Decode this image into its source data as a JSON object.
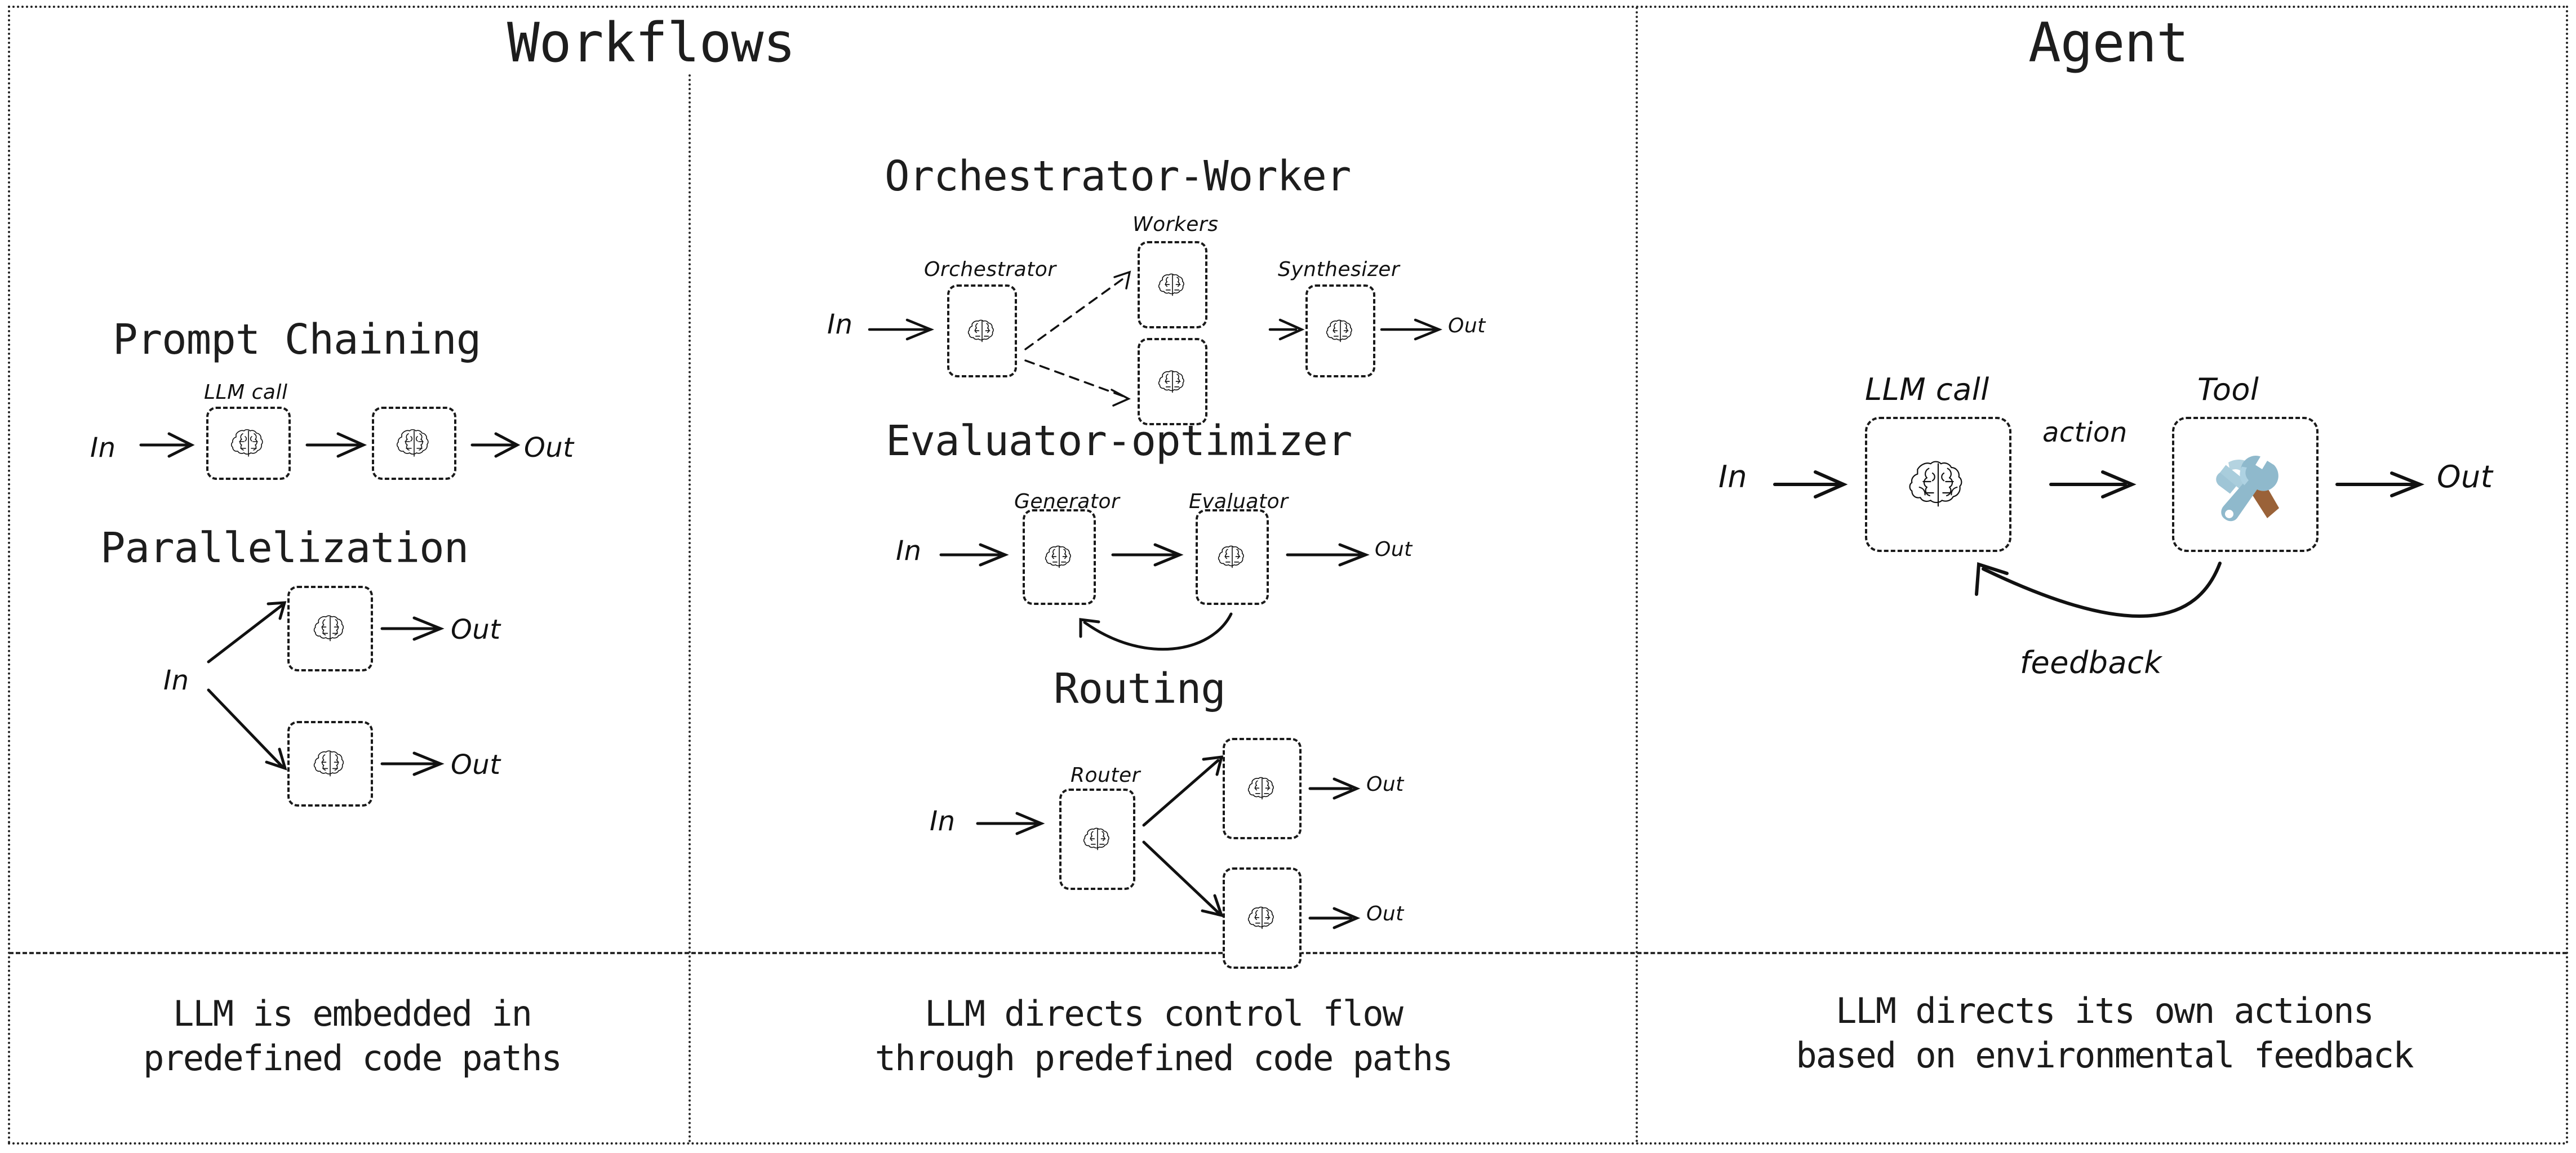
{
  "columns": [
    {
      "id": "workflows",
      "title": "Workflows",
      "caption": "LLM is embedded in\npredefined code paths"
    },
    {
      "id": "workflows-2",
      "title": "",
      "caption": "LLM directs control flow\nthrough predefined code paths"
    },
    {
      "id": "agent",
      "title": "Agent",
      "caption": "LLM directs its own actions\nbased on environmental feedback"
    }
  ],
  "sections": {
    "prompt_chaining": {
      "title": "Prompt Chaining",
      "node_label": "LLM call",
      "input_label": "In",
      "output_label": "Out",
      "nodes": [
        {
          "name": "llm-call-1",
          "icon": "brain-icon"
        },
        {
          "name": "llm-call-2",
          "icon": "brain-icon"
        }
      ]
    },
    "parallelization": {
      "title": "Parallelization",
      "input_label": "In",
      "outputs": [
        "Out",
        "Out"
      ],
      "nodes": [
        {
          "name": "llm-call-top",
          "icon": "brain-icon"
        },
        {
          "name": "llm-call-bottom",
          "icon": "brain-icon"
        }
      ]
    },
    "orchestrator_worker": {
      "title": "Orchestrator-Worker",
      "input_label": "In",
      "output_label": "Out",
      "orchestrator_label": "Orchestrator",
      "workers_label": "Workers",
      "synthesizer_label": "Synthesizer",
      "nodes": [
        {
          "name": "orchestrator",
          "icon": "brain-icon"
        },
        {
          "name": "worker-top",
          "icon": "brain-icon"
        },
        {
          "name": "worker-bottom",
          "icon": "brain-icon"
        },
        {
          "name": "synthesizer",
          "icon": "brain-icon"
        }
      ]
    },
    "evaluator_optimizer": {
      "title": "Evaluator-optimizer",
      "input_label": "In",
      "output_label": "Out",
      "generator_label": "Generator",
      "evaluator_label": "Evaluator",
      "nodes": [
        {
          "name": "generator",
          "icon": "brain-icon"
        },
        {
          "name": "evaluator",
          "icon": "brain-icon"
        }
      ]
    },
    "routing": {
      "title": "Routing",
      "input_label": "In",
      "router_label": "Router",
      "outputs": [
        "Out",
        "Out"
      ],
      "nodes": [
        {
          "name": "router",
          "icon": "brain-icon"
        },
        {
          "name": "route-target-top",
          "icon": "brain-icon"
        },
        {
          "name": "route-target-bottom",
          "icon": "brain-icon"
        }
      ]
    },
    "agent": {
      "input_label": "In",
      "output_label": "Out",
      "llm_call_label": "LLM call",
      "tool_label": "Tool",
      "action_label": "action",
      "feedback_label": "feedback",
      "nodes": [
        {
          "name": "llm-call",
          "icon": "brain-icon"
        },
        {
          "name": "tool",
          "icon": "hammer-and-wrench-icon"
        }
      ]
    }
  },
  "colors": {
    "ink": "#1a1a1a",
    "divider": "#2a2a2a",
    "tool_steel": "#9fc5d6",
    "tool_steel_dark": "#7fb0c4",
    "tool_handle": "#9a6238"
  }
}
